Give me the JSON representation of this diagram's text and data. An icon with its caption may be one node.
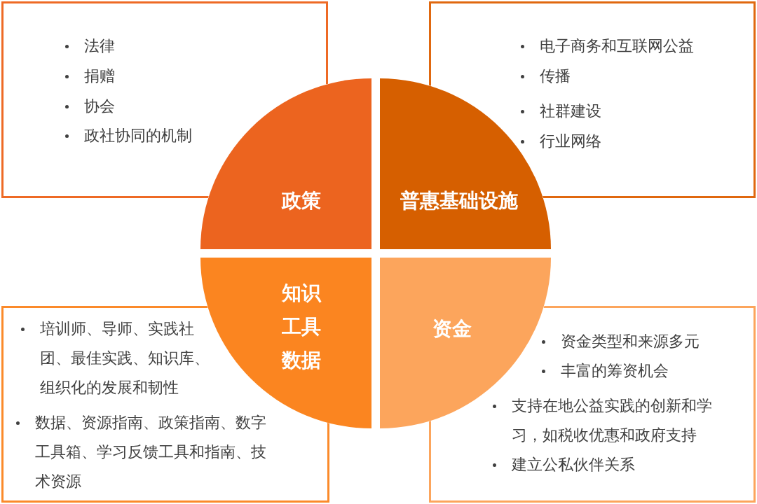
{
  "diagram": {
    "nodes": [
      {
        "text": [
          "法律",
          "捐赠",
          "协会",
          "政社协同的机制"
        ]
      },
      {
        "text": [
          "电子商务和互联网公益",
          "传播",
          "社群建设",
          "行业网络"
        ]
      },
      {
        "text": [
          "政策"
        ]
      },
      {
        "text": [
          "普惠基础设施"
        ]
      },
      {
        "text": [
          "知识工具数据"
        ]
      },
      {
        "text": [
          "资金"
        ]
      },
      {
        "text": [
          "培训师、导师、实践社团、最佳实践、知识库、组织化的发展和韧性",
          "数据、资源指南、政策指南、数字工具箱、学习反馈工具和指南、技术资源"
        ]
      },
      {
        "text": [
          "资金类型和来源多元",
          "丰富的筹资机会",
          "支持在地公益实践的创新和学习，如税收优惠和政府支持",
          "建立公私伙伴关系"
        ]
      }
    ],
    "edges": []
  }
}
